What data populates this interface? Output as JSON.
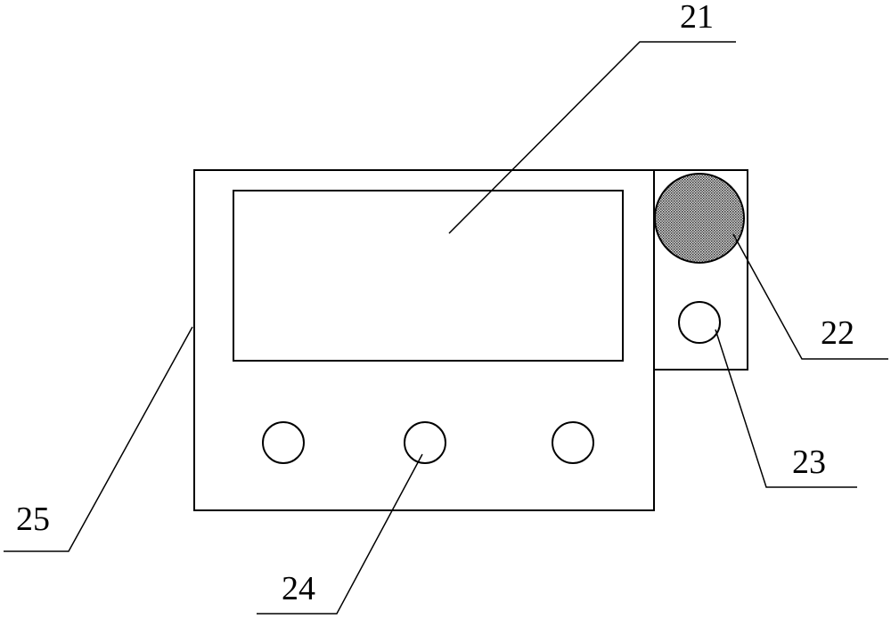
{
  "labels": {
    "display_screen": "21",
    "indicator_light": "22",
    "side_button": "23",
    "front_button": "24",
    "housing": "25"
  },
  "colors": {
    "line": "#000000",
    "background": "#ffffff",
    "indicator_fill": "#7f7f7f"
  }
}
